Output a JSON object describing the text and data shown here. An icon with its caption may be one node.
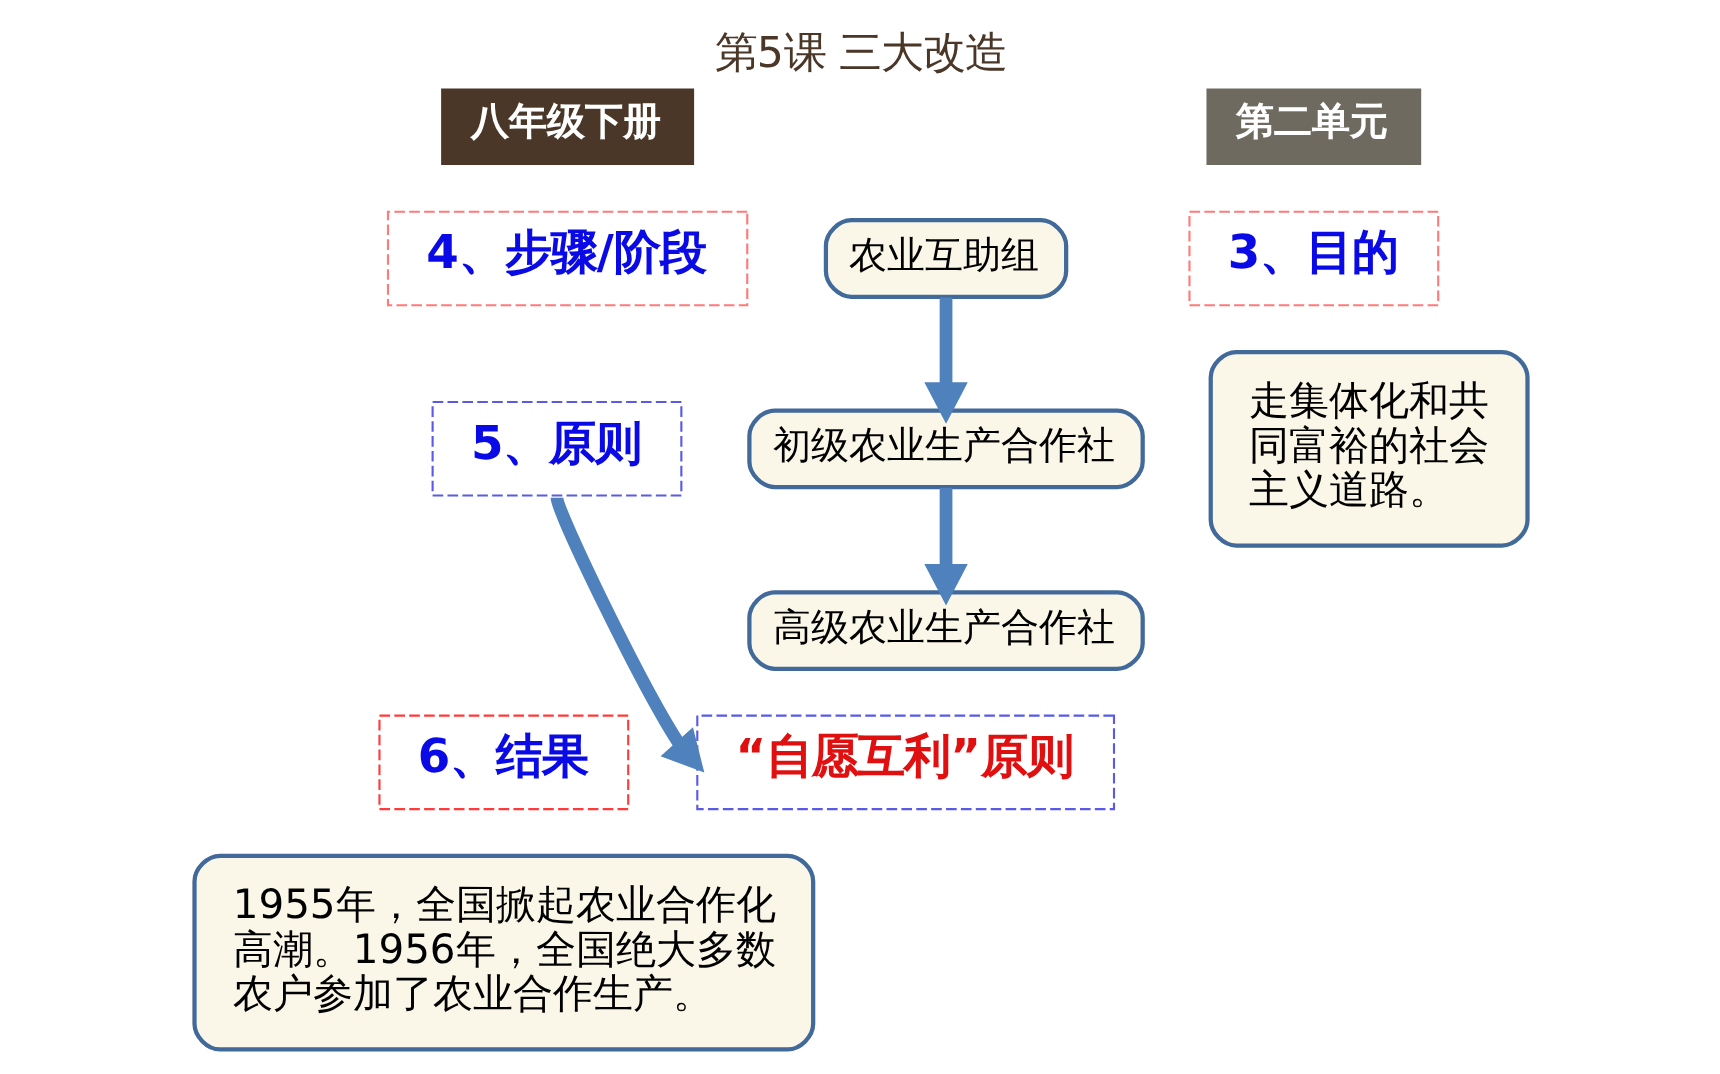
{
  "diagram": {
    "title": "第5课 三大改造",
    "nodes": [
      {
        "text": [
          "4、步骤/阶段"
        ]
      },
      {
        "text": [
          "农业互助组"
        ]
      },
      {
        "text": [
          "初级农业生产合作社"
        ]
      },
      {
        "text": [
          "高级农业生产合作社"
        ]
      },
      {
        "text": [
          "5、原则"
        ]
      },
      {
        "text": [
          "“自愿互利”原则"
        ]
      },
      {
        "text": [
          "3、目的"
        ]
      },
      {
        "text": [
          "走集体化和共同富裕的社会主义道路。"
        ]
      },
      {
        "text": [
          "6、结果"
        ]
      },
      {
        "text": [
          "1955年，全国掀起农业合作化高潮。1956年，全国绝大多数农户参加了农业合作生产。"
        ]
      }
    ],
    "edges": [
      {
        "from": 1,
        "to": 2,
        "arrow": "to"
      },
      {
        "from": 2,
        "to": 3,
        "arrow": "to"
      },
      {
        "from": 4,
        "to": 5,
        "arrow": "to"
      }
    ],
    "labels": [
      "八年级下册",
      "第二单元"
    ]
  }
}
